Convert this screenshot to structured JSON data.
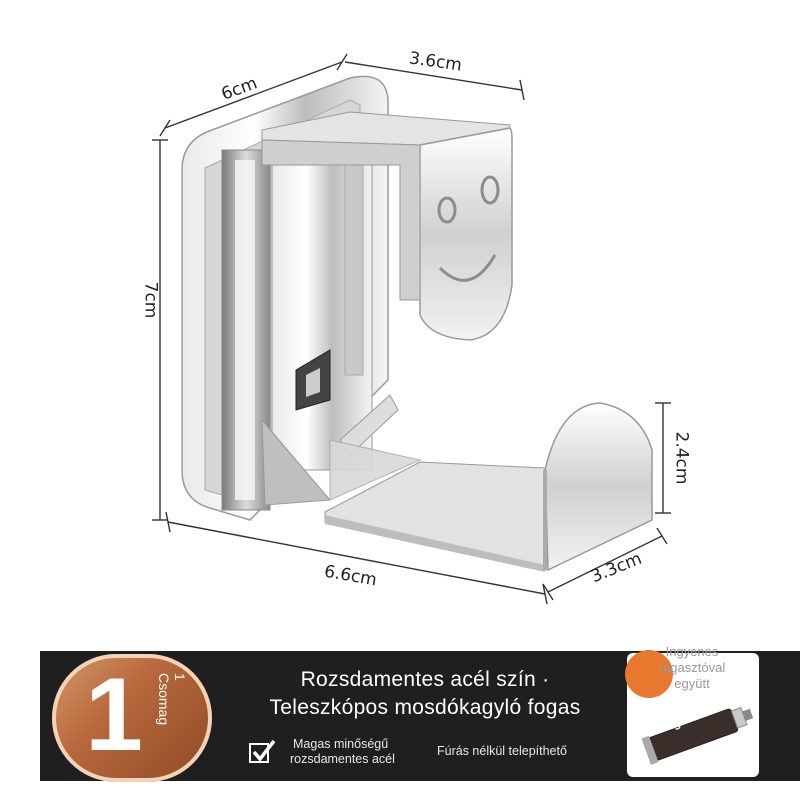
{
  "dimensions": {
    "top_width": "6cm",
    "top_depth": "3.6cm",
    "height": "7cm",
    "bottom_width": "6.6cm",
    "hook_height": "2.4cm",
    "hook_depth": "3.3cm"
  },
  "banner": {
    "pack_number": "1",
    "pack_sub_number": "1",
    "pack_label": "Csomag",
    "title_line_1": "Rozsdamentes acél szín ·",
    "title_line_2": "Teleszkópos mosdókagyló fogas",
    "feature_quality_line_1": "Magas minőségű",
    "feature_quality_line_2": "rozsdamentes acél",
    "feature_install": "Fúrás nélkül telepíthető",
    "gift_line_1": "Ingyenes",
    "gift_line_2": "ragasztóval",
    "gift_line_3": "együtt",
    "tube_label": "Ragasztó:"
  },
  "colors": {
    "banner_bg": "#1f1f1f",
    "badge_copper": "#b8683c",
    "gift_dot": "#e8782e"
  },
  "icons": [
    "checkmark-icon",
    "glue-tube-icon",
    "smiley-face-icon"
  ]
}
